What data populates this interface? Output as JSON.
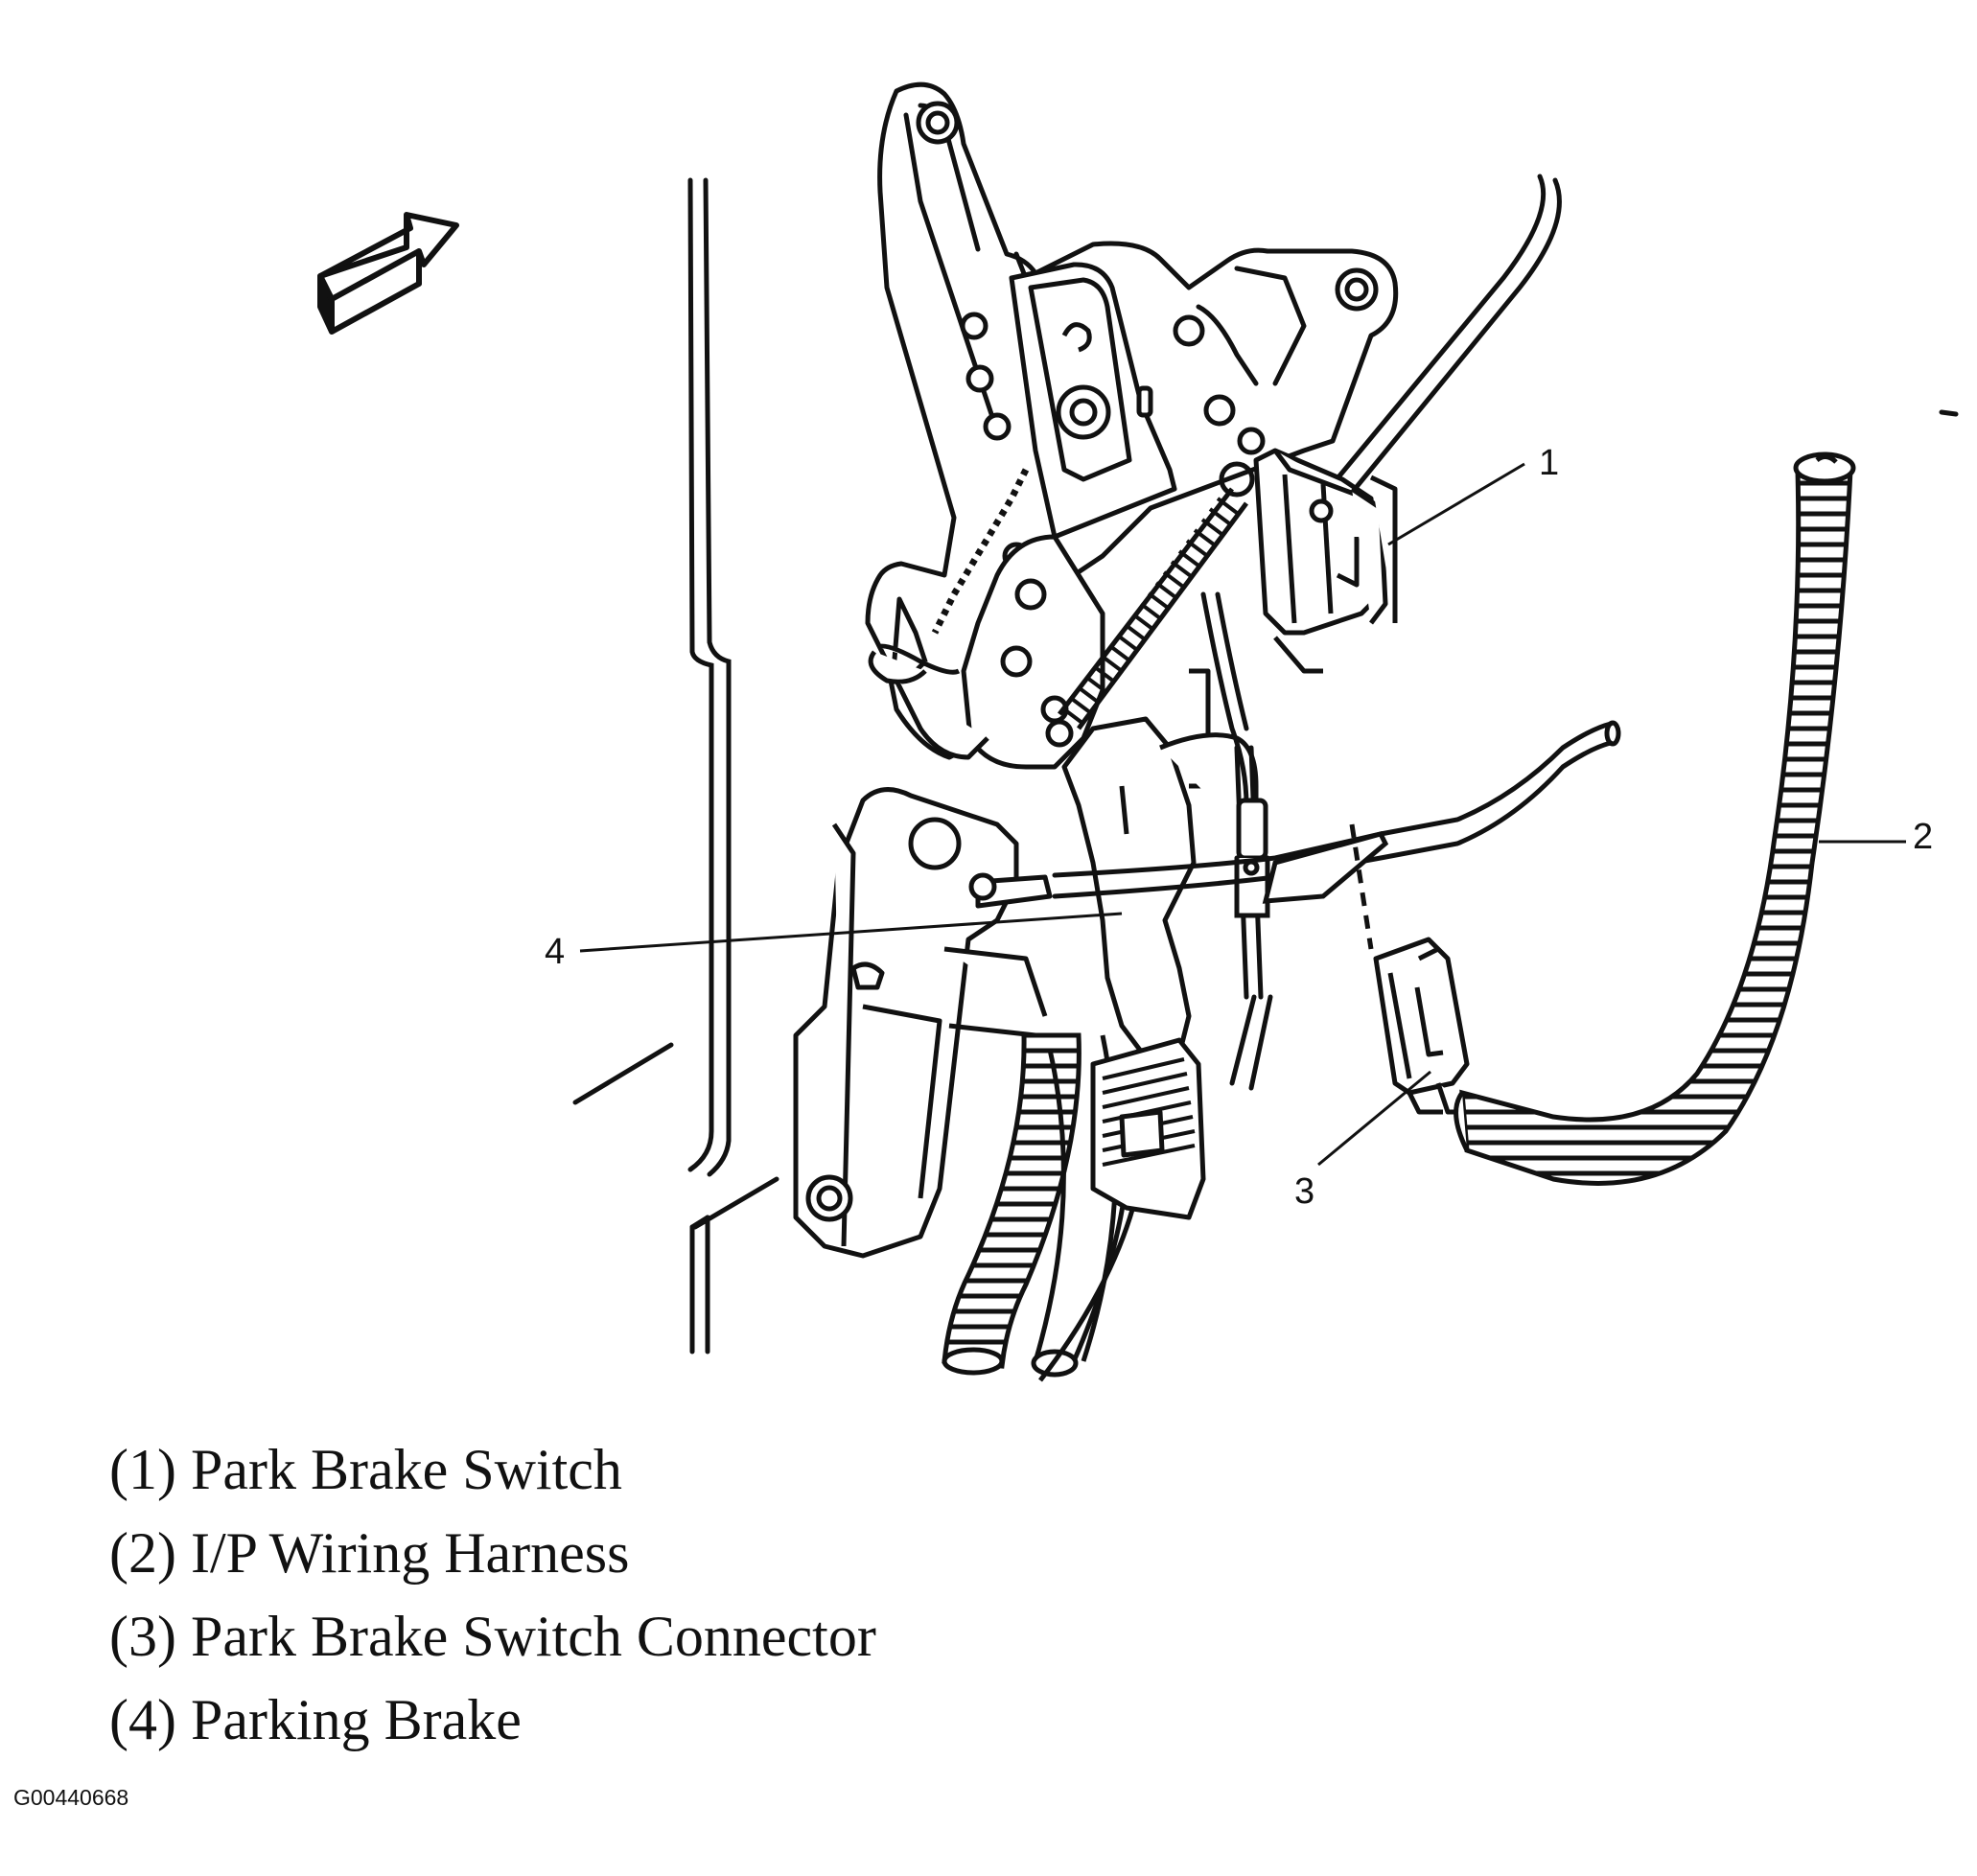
{
  "diagram": {
    "callouts": {
      "c1": "1",
      "c2": "2",
      "c3": "3",
      "c4": "4"
    },
    "figure_id": "G00440668"
  },
  "legend": [
    "(1) Park Brake Switch",
    "(2) I/P Wiring Harness",
    "(3) Park Brake Switch Connector",
    "(4) Parking Brake"
  ],
  "colors": {
    "line": "#111111",
    "background": "#ffffff"
  }
}
